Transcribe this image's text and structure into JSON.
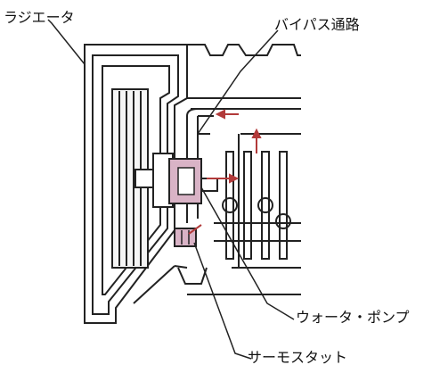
{
  "labels": {
    "radiator": "ラジエータ",
    "bypass_passage": "バイパス通路",
    "water_pump": "ウォータ・ポンプ",
    "thermostat": "サーモスタット"
  },
  "colors": {
    "line": "#222222",
    "highlight": "#d9b3c6",
    "arrow": "#b23a3a",
    "background": "#ffffff",
    "panel_fill": "#f5f5f5"
  }
}
